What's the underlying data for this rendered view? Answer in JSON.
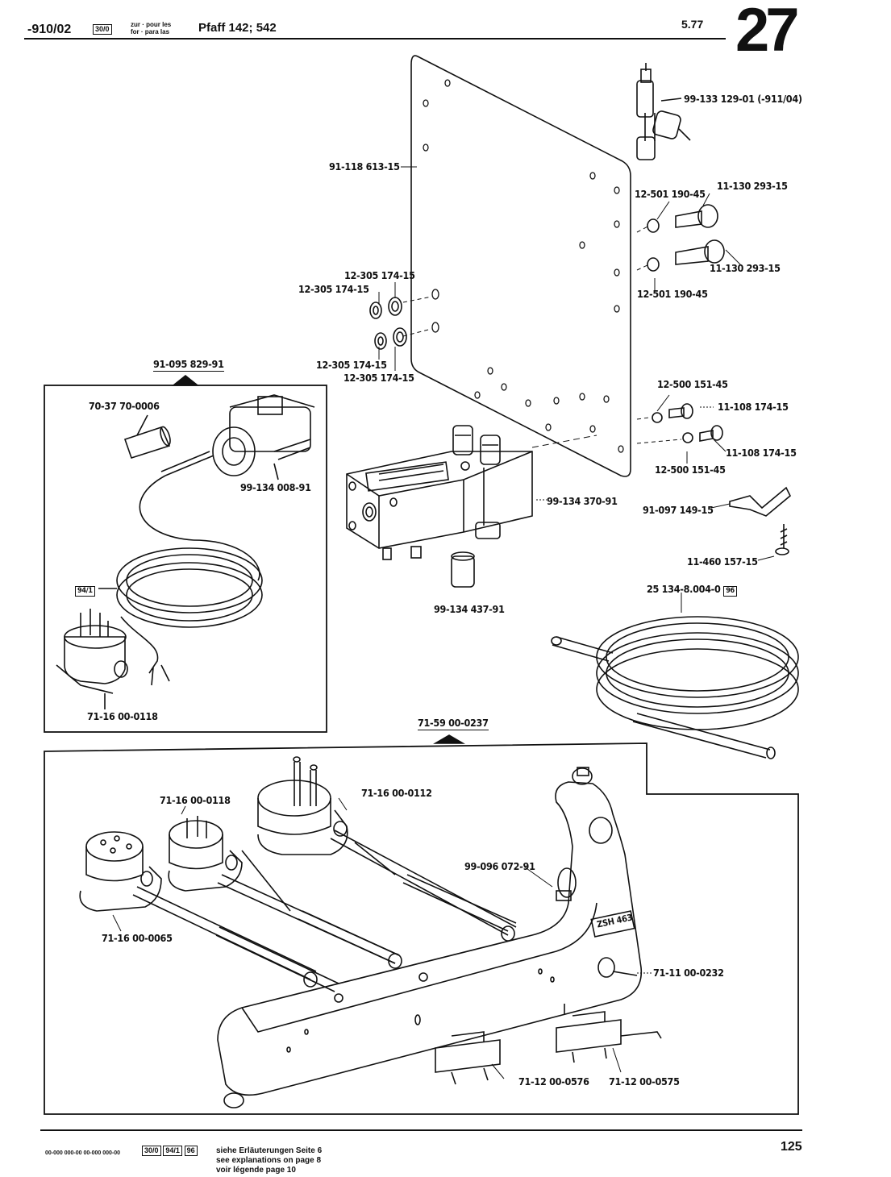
{
  "header": {
    "ref_no": "-910/02",
    "ref_badge": "30/0",
    "zur_pour": "zur · pour les",
    "for_para": "for · para las",
    "machine": "Pfaff 142; 542",
    "date": "5.77",
    "group_no": "27"
  },
  "labels": {
    "l_fitting": "99-133 129-01 (-911/04)",
    "l_plate": "91-118 613-15",
    "l_washer_a": "12-501 190-45",
    "l_screw_a": "11-130 293-15",
    "l_screw_b": "11-130 293-15",
    "l_washer_b": "12-501 190-45",
    "l_ring1": "12-305 174-15",
    "l_ring2": "12-305 174-15",
    "l_ring3": "12-305 174-15",
    "l_ring4": "12-305 174-15",
    "l_kit": "91-095 829-91",
    "l_sleeve": "70-37 70-0006",
    "l_coil": "99-134 008-91",
    "l_cable_ref": "94/1",
    "l_plug": "71-16 00-0118",
    "l_washer_c": "12-500 151-45",
    "l_screw_c": "11-108 174-15",
    "l_screw_d": "11-108 174-15",
    "l_washer_d": "12-500 151-45",
    "l_valve": "99-134 370-91",
    "l_bracket": "91-097 149-15",
    "l_wood_screw": "11-460 157-15",
    "l_nipple": "99-134 437-91",
    "l_hose": "25 134-8.004-0",
    "l_hose_ref": "96",
    "l_pedal_assembly": "71-59 00-0237",
    "l_sw_0118": "71-16 00-0118",
    "l_sw_0112": "71-16 00-0112",
    "l_pivot": "99-096 072-91",
    "l_sw_0065": "71-16 00-0065",
    "l_zsh": "ZSH 463",
    "l_toggle": "71-11 00-0232",
    "l_micro1": "71-12 00-0576",
    "l_micro2": "71-12 00-0575"
  },
  "footer": {
    "codes": "00-000 000-00   00-000 000-00",
    "badges": [
      "30/0",
      "94/1",
      "96"
    ],
    "line1": "siehe Erläuterungen Seite 6",
    "line2": "see explanations on page 8",
    "line3": "voir légende page 10",
    "page": "125"
  }
}
